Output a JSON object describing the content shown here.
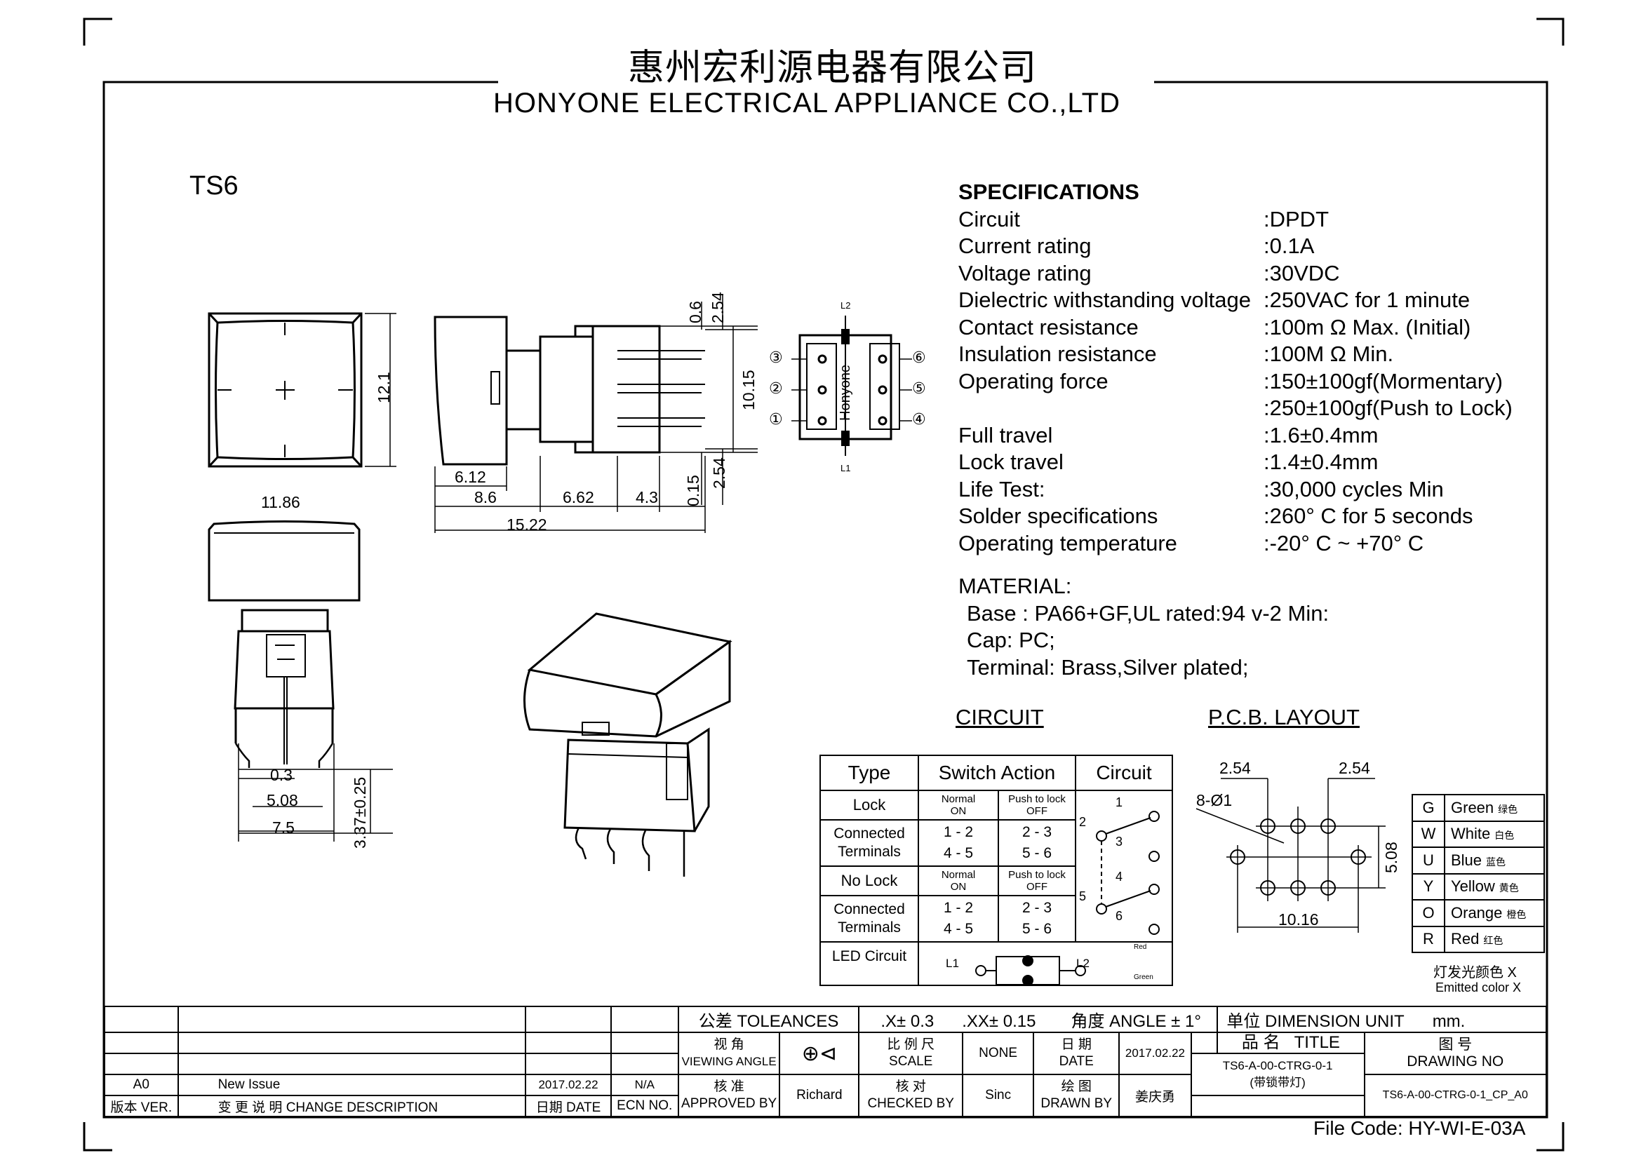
{
  "company": {
    "name_cn": "惠州宏利源电器有限公司",
    "name_en": "HONYONE ELECTRICAL APPLIANCE CO.,LTD"
  },
  "model": "TS6",
  "drawing": {
    "front_height": "12.1",
    "cap_width": "11.86",
    "side_dims": [
      "6.12",
      "8.6",
      "6.62",
      "4.3",
      "15.22"
    ],
    "top_dims": [
      "0.6",
      "2.54",
      "10.15",
      "0.15",
      "2.54"
    ],
    "pin_dims": [
      "0.3",
      "5.08",
      "7.5",
      "3.37±0.25"
    ],
    "pin_circles": [
      "①",
      "②",
      "③",
      "④",
      "⑤",
      "⑥"
    ],
    "brand_mark": "Honyone",
    "lead_top": "L2",
    "lead_bottom": "L1"
  },
  "specifications": {
    "heading": "SPECIFICATIONS",
    "rows": [
      {
        "label": "Circuit",
        "value": ":DPDT"
      },
      {
        "label": "Current rating",
        "value": ":0.1A"
      },
      {
        "label": "Voltage rating",
        "value": ":30VDC"
      },
      {
        "label": "Dielectric withstanding voltage",
        "value": ":250VAC for 1 minute"
      },
      {
        "label": "Contact resistance",
        "value": ":100m Ω   Max. (Initial)"
      },
      {
        "label": "Insulation resistance",
        "value": ":100M Ω   Min."
      },
      {
        "label": "Operating force",
        "value": ":150±100gf(Mormentary)"
      },
      {
        "label": "",
        "value": ":250±100gf(Push to Lock)"
      },
      {
        "label": "Full travel",
        "value": ":1.6±0.4mm"
      },
      {
        "label": "Lock travel",
        "value": ":1.4±0.4mm"
      },
      {
        "label": "Life Test:",
        "value": ":30,000 cycles Min"
      },
      {
        "label": "Solder specifications",
        "value": ":260° C for 5 seconds"
      },
      {
        "label": "Operating temperature",
        "value": ":-20° C ~ +70° C"
      }
    ]
  },
  "material": {
    "heading": "MATERIAL:",
    "lines": [
      "Base : PA66+GF,UL rated:94 v-2 Min:",
      "Cap: PC;",
      "Terminal: Brass,Silver plated;"
    ]
  },
  "circuit": {
    "heading": "CIRCUIT",
    "headers": [
      "Type",
      "Switch Action",
      "Circuit"
    ],
    "lock": "Lock",
    "normal_on": [
      "Normal",
      "ON"
    ],
    "push_off": [
      "Push to lock",
      "OFF"
    ],
    "connected": [
      "Connected",
      "Terminals"
    ],
    "pairs_a": [
      "1 - 2",
      "4 - 5"
    ],
    "pairs_b": [
      "2 - 3",
      "5 - 6"
    ],
    "no_lock": "No Lock",
    "led": "LED Circuit",
    "led_l1": "L1",
    "led_l2": "L2",
    "led_red": "Red",
    "led_green": "Green",
    "terminal_nums": [
      "1",
      "2",
      "3",
      "4",
      "5",
      "6"
    ]
  },
  "pcb": {
    "heading": "P.C.B. LAYOUT",
    "dim_left": "2.54",
    "dim_right": "2.54",
    "holes": "8-Ø1",
    "height": "5.08",
    "width": "10.16"
  },
  "colors": {
    "rows": [
      {
        "code": "G",
        "name": "Green",
        "cn": "绿色"
      },
      {
        "code": "W",
        "name": "White",
        "cn": "白色"
      },
      {
        "code": "U",
        "name": "Blue",
        "cn": "蓝色"
      },
      {
        "code": "Y",
        "name": "Yellow",
        "cn": "黄色"
      },
      {
        "code": "O",
        "name": "Orange",
        "cn": "橙色"
      },
      {
        "code": "R",
        "name": "Red",
        "cn": "红色"
      }
    ],
    "caption_cn": "灯发光颜色 X",
    "caption_en": "Emitted color X"
  },
  "title_block": {
    "tolerance_label": "公差 TOLEANCES",
    "tol_x": ".X± 0.3",
    "tol_xx": ".XX± 0.15",
    "angle": "角度 ANGLE ± 1°",
    "unit_label": "单位   DIMENSION UNIT",
    "unit": "mm.",
    "viewing_cn": "视  角",
    "viewing_en": "VIEWING ANGLE",
    "scale_cn": "比 例 尺",
    "scale_en": "SCALE",
    "scale": "NONE",
    "date_cn": "日  期",
    "date_en": "DATE",
    "date": "2017.02.22",
    "title_cn": "品  名",
    "title_en": "TITLE",
    "drawing_cn": "图  号",
    "drawing_en": "DRAWING NO",
    "title_value": "TS6-A-00-CTRG-0-1",
    "title_sub": "(带锁带灯)",
    "drawing_no": "TS6-A-00-CTRG-0-1_CP_A0",
    "approved_cn": "核  准",
    "approved_en": "APPROVED BY",
    "approved": "Richard",
    "checked_cn": "核  对",
    "checked_en": "CHECKED BY",
    "checked": "Sinc",
    "drawn_cn": "绘  图",
    "drawn_en": "DRAWN BY",
    "drawn": "姜庆勇",
    "rev": "A0",
    "rev_desc": "New Issue",
    "rev_date": "2017.02.22",
    "rev_ecn": "N/A",
    "h_ver": "版本 VER.",
    "h_desc": "变 更 说 明   CHANGE DESCRIPTION",
    "h_date": "日期 DATE",
    "h_ecn": "ECN NO."
  },
  "file_code": "File Code: HY-WI-E-03A"
}
